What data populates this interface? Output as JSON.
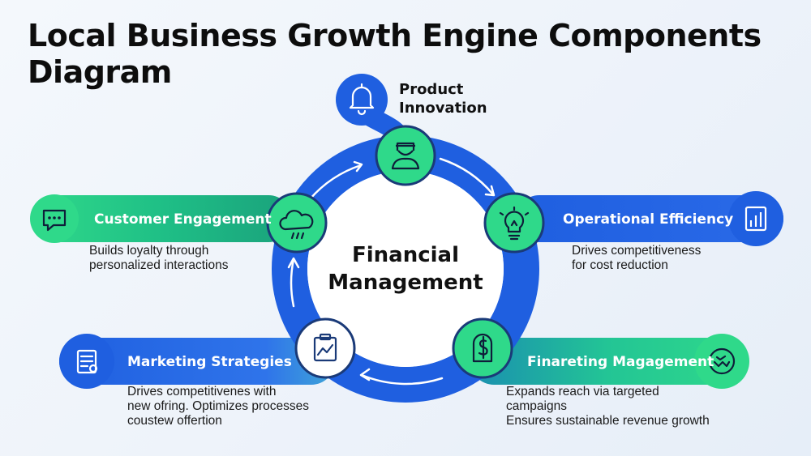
{
  "title": "Local Business Growth Engine Components Diagram",
  "center": {
    "line1": "Financial",
    "line2": "Management"
  },
  "components": {
    "top": {
      "label_line1": "Product",
      "label_line2": "Innovation",
      "icon": "bell-icon",
      "node_icon": "person-icon"
    },
    "left_top": {
      "label": "Customer Engagement",
      "desc_line1": "Builds loyalty through",
      "desc_line2": "personalized interactions",
      "icon": "chat-icon",
      "node_icon": "cloud-icon"
    },
    "right_top": {
      "label": "Operational Efficiency",
      "desc_line1": "Drives competitiveness",
      "desc_line2": "for cost reduction",
      "icon": "bar-chart-icon",
      "node_icon": "lightbulb-icon"
    },
    "left_bottom": {
      "label": "Marketing Strategies",
      "desc_line1": "Drives competitivenes with",
      "desc_line2": "new ofring. Optimizes processes",
      "desc_line3": "coustew offertion",
      "icon": "document-icon",
      "node_icon": "clipboard-chart-icon"
    },
    "right_bottom": {
      "label": "Finareting Magagement",
      "desc_line1": "Expands reach via targeted",
      "desc_line2": "campaigns",
      "desc_line3": "Ensures sustainable revenue growth",
      "icon": "handshake-icon",
      "node_icon": "money-icon"
    }
  },
  "colors": {
    "ring_blue": "#1f5fe0",
    "node_green": "#2fd98a",
    "node_outline": "#1a3a78",
    "text_dark": "#111111"
  }
}
